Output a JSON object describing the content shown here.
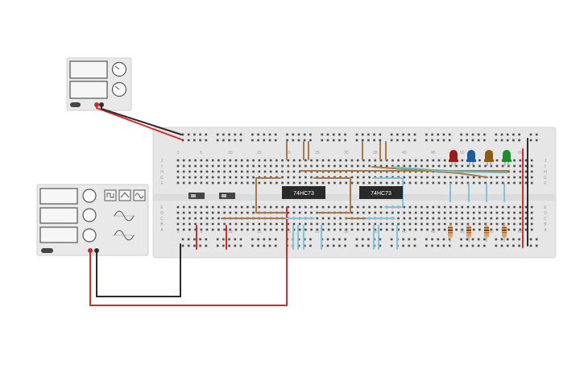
{
  "power_supply": {
    "name": "DC power supply"
  },
  "function_generator": {
    "name": "Function generator"
  },
  "breadboard": {
    "column_numbers": [
      "1",
      "5",
      "10",
      "15",
      "20",
      "25",
      "30",
      "35",
      "40",
      "45",
      "50",
      "55",
      "60"
    ],
    "row_letters_top": [
      "J",
      "I",
      "H",
      "G",
      "F"
    ],
    "row_letters_bottom": [
      "E",
      "D",
      "C",
      "B",
      "A"
    ]
  },
  "chips": [
    {
      "label": "74HC73"
    },
    {
      "label": "74HC73"
    }
  ],
  "leds": [
    {
      "color": "#9b1c1c"
    },
    {
      "color": "#1e5b9a"
    },
    {
      "color": "#8c5a14"
    },
    {
      "color": "#1f8a2e"
    }
  ],
  "colors": {
    "wire_red": "#d42b2b",
    "wire_black": "#2b2b2b",
    "wire_brown": "#a87b4f",
    "wire_cyan": "#7fc3dc",
    "board": "#e6e6e6",
    "instrument": "#eaeaea"
  }
}
